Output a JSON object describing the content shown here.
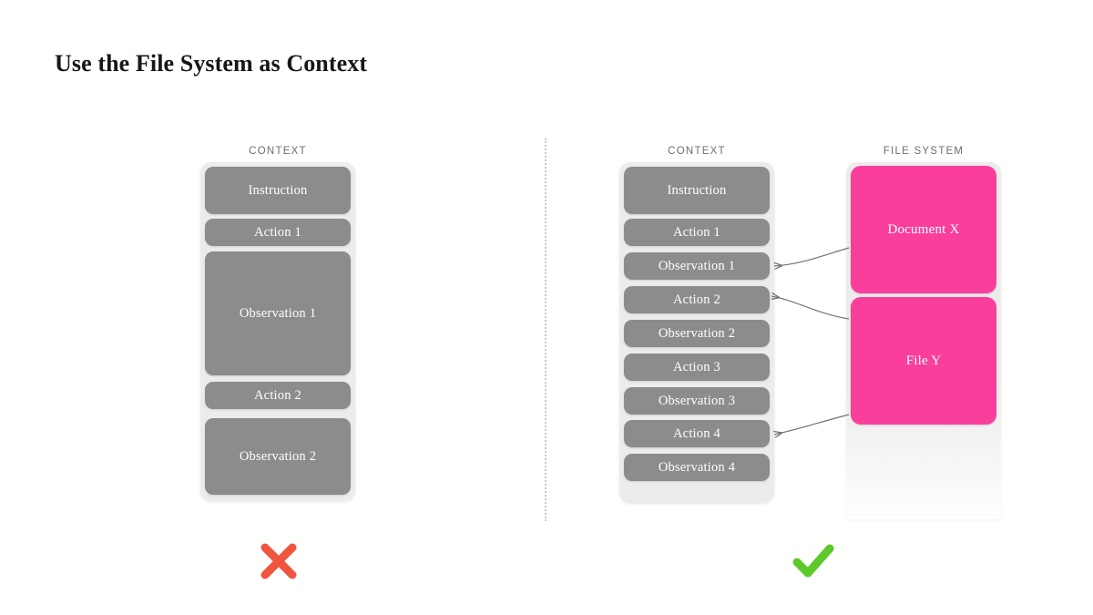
{
  "slide": {
    "title": "Use the File System as Context"
  },
  "colors": {
    "background": "#fffffd",
    "tray": "#ececec",
    "block_gray": "#8c8c8c",
    "block_pink": "#f93f9b",
    "divider": "#c9c9c9",
    "cross_red": "#f0553f",
    "check_green": "#5cc92b",
    "header_text": "#6e6e73",
    "title_text": "#17171a",
    "arrow": "#737373"
  },
  "left_panel": {
    "header": "CONTEXT",
    "blocks": [
      {
        "label": "Instruction",
        "height": 52
      },
      {
        "label": "Action 1",
        "height": 30
      },
      {
        "label": "Observation 1",
        "height": 136
      },
      {
        "label": "Action 2",
        "height": 30
      },
      {
        "label": "Observation 2",
        "height": 84
      }
    ],
    "verdict": {
      "icon": "cross-icon",
      "meaning": "bad"
    }
  },
  "right_panel": {
    "context": {
      "header": "CONTEXT",
      "blocks": [
        {
          "label": "Instruction",
          "height": 52
        },
        {
          "label": "Action 1",
          "height": 30
        },
        {
          "label": "Observation 1",
          "height": 30
        },
        {
          "label": "Action 2",
          "height": 30
        },
        {
          "label": "Observation 2",
          "height": 30
        },
        {
          "label": "Action 3",
          "height": 30
        },
        {
          "label": "Observation 3",
          "height": 30
        },
        {
          "label": "Action 4",
          "height": 30
        },
        {
          "label": "Observation 4",
          "height": 30
        }
      ]
    },
    "filesystem": {
      "header": "FILE SYSTEM",
      "blocks": [
        {
          "label": "Document X",
          "height": 142
        },
        {
          "label": "File Y",
          "height": 148
        }
      ]
    },
    "verdict": {
      "icon": "check-icon",
      "meaning": "good"
    }
  },
  "arrows": [
    {
      "name": "document-x-to-observation-1",
      "from": "Document X",
      "to": "Observation 1",
      "direction": "left"
    },
    {
      "name": "action-2-to-file-y",
      "from": "Action 2",
      "to": "File Y",
      "direction": "right"
    },
    {
      "name": "file-y-to-action-4",
      "from": "File Y",
      "to": "Action 4",
      "direction": "left"
    }
  ]
}
